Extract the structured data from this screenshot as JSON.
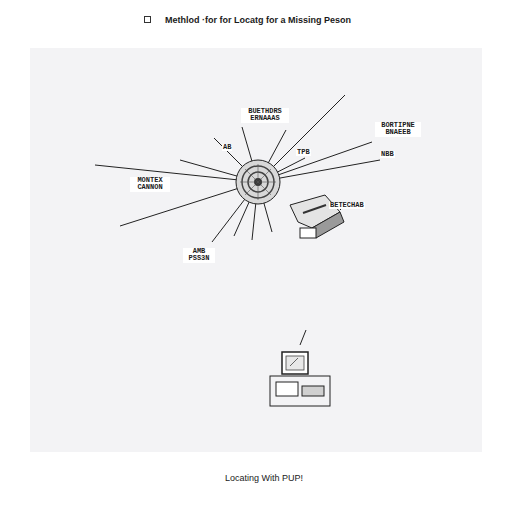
{
  "diagram": {
    "title": "Methlod ·for for Locatg for a Missing Peson",
    "caption": "Locating With PUP!",
    "labels": [
      "BUETHDRS ERNAAAS",
      "BORTIPNE BNAEEB",
      "TPB",
      "NBB",
      "AB",
      "MONTEX CANNON",
      "BETECHAB",
      "AMB PSS3N"
    ]
  }
}
